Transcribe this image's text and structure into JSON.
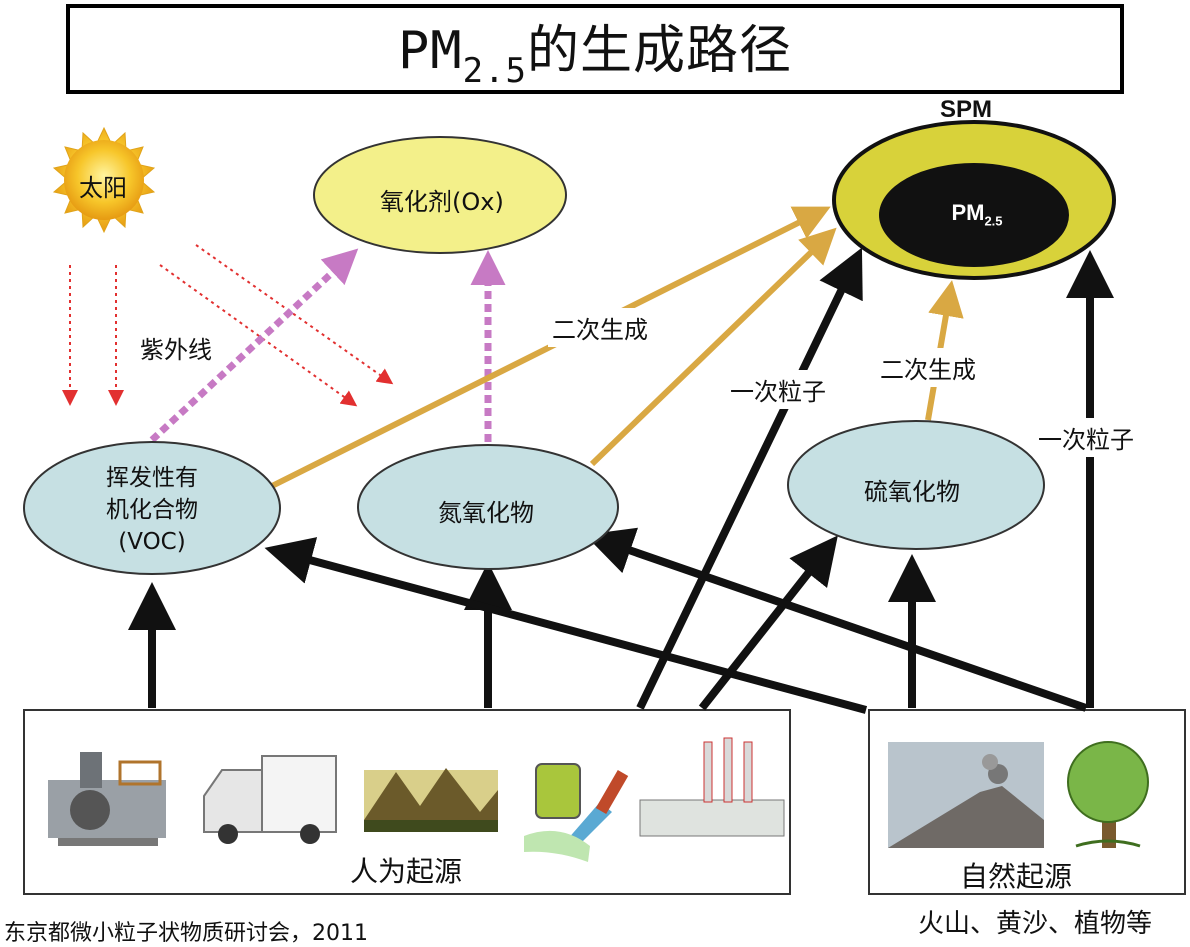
{
  "title": {
    "main": "PM",
    "sub": "2.5",
    "rest": "的生成路径"
  },
  "sun": {
    "label": "太阳"
  },
  "uv": {
    "label": "紫外线"
  },
  "oxidant": {
    "label": "氧化剂(Ox)"
  },
  "spm": {
    "label": "SPM",
    "inner_main": "PM",
    "inner_sub": "2.5"
  },
  "voc": {
    "line1": "挥发性有",
    "line2": "机化合物",
    "line3": "(VOC)"
  },
  "nox": {
    "label": "氮氧化物"
  },
  "sox": {
    "label": "硫氧化物"
  },
  "edges": {
    "secondary_1": "二次生成",
    "secondary_2": "二次生成",
    "primary_1": "一次粒子",
    "primary_2": "一次粒子"
  },
  "sources": {
    "human": "人为起源",
    "natural": "自然起源",
    "natural_examples": "火山、黄沙、植物等"
  },
  "credit": "东京都微小粒子状物质研讨会，2011",
  "colors": {
    "node_fill": "#c6e0e3",
    "ox_fill": "#f3f08a",
    "spm_ring": "#d8d23a",
    "secondary_arrow": "#d9a843",
    "dotted_purple": "#c77ac4",
    "uv_red": "#e23030"
  },
  "icons": [
    "factory-icon",
    "truck-icon",
    "landscape-icon",
    "paint-icon",
    "power-plant-icon",
    "volcano-icon",
    "tree-icon"
  ]
}
